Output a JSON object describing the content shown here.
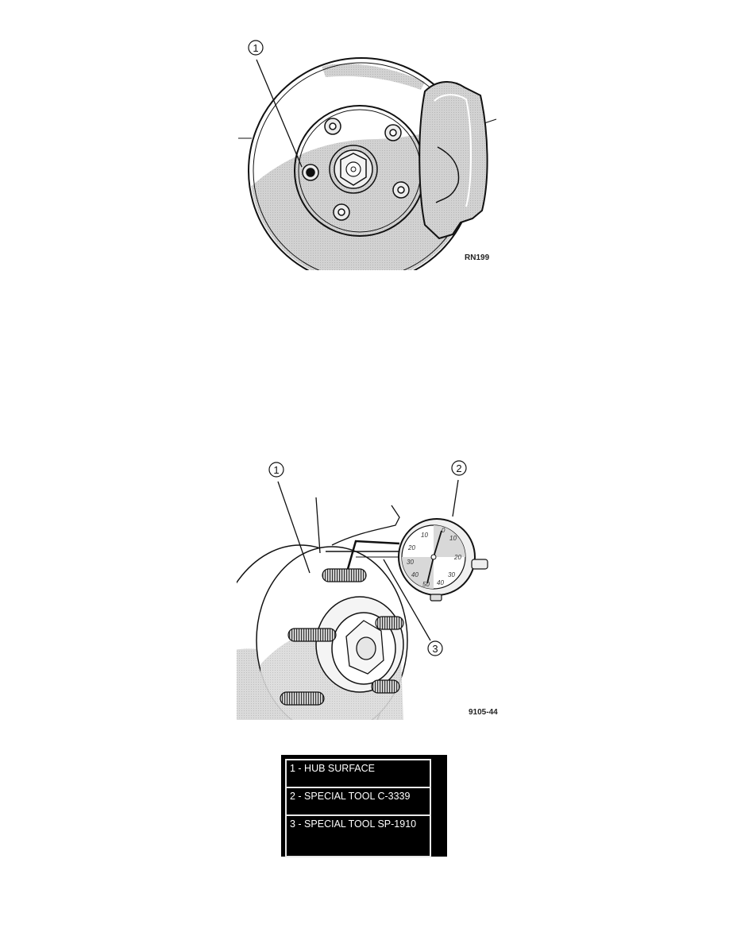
{
  "figures": [
    {
      "id": "rotor-figure",
      "figure_code": "RN199",
      "callouts": [
        "1"
      ]
    },
    {
      "id": "runout-figure",
      "figure_code": "9105-44",
      "callouts": [
        "1",
        "2",
        "3"
      ],
      "dial_numbers": [
        "10",
        "0",
        "10",
        "20",
        "20",
        "30",
        "30",
        "40",
        "40",
        "50"
      ]
    }
  ],
  "legend": {
    "items": [
      {
        "label": "1 - HUB SURFACE"
      },
      {
        "label": "2 - SPECIAL TOOL C-3339"
      },
      {
        "label": "3 - SPECIAL TOOL SP-1910"
      }
    ]
  },
  "colors": {
    "background": "#ffffff",
    "shading": "#c8c8c8",
    "line": "#111111",
    "legend_bg": "#000000",
    "legend_text": "#ffffff"
  }
}
